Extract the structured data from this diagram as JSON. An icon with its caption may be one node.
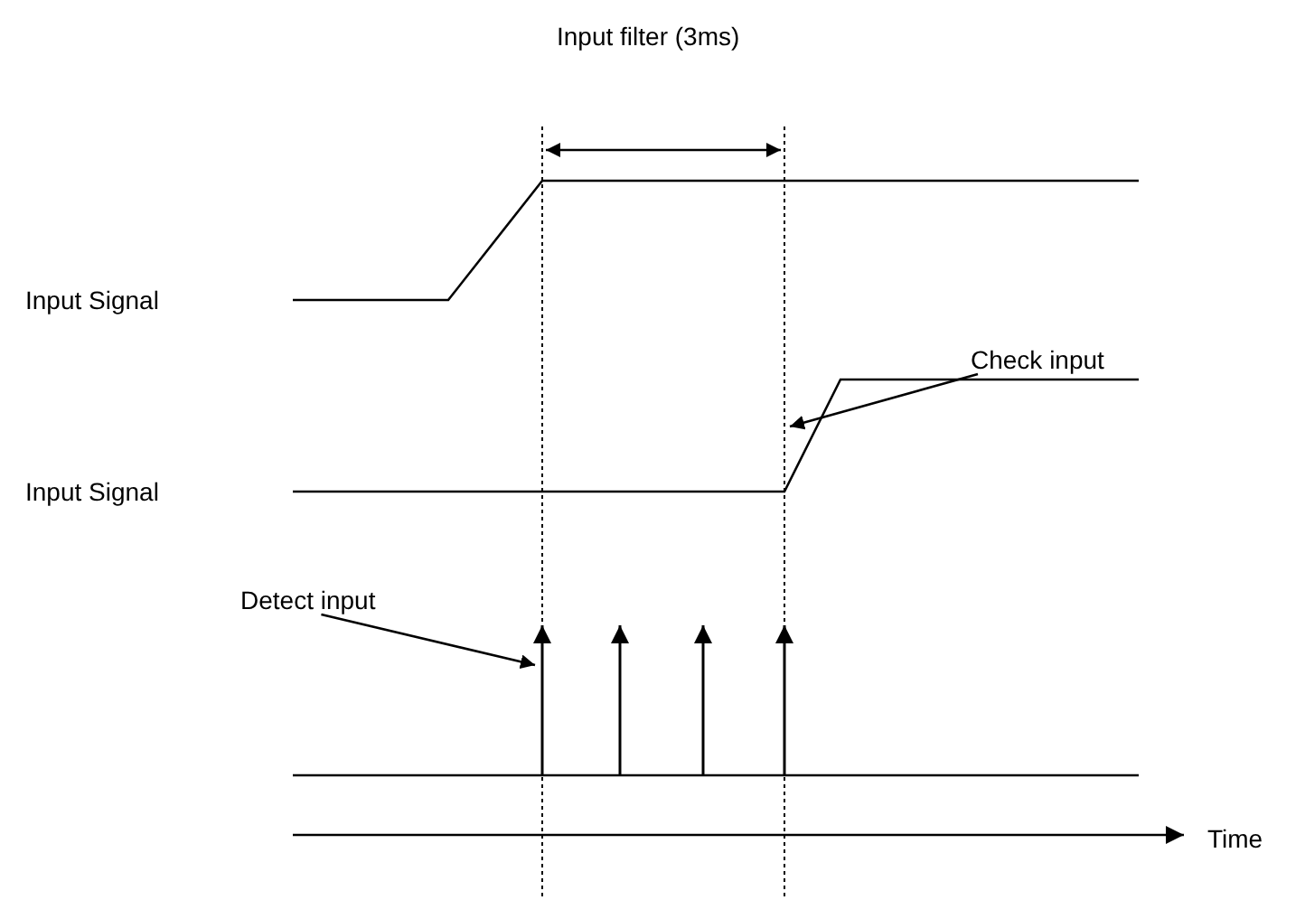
{
  "diagram": {
    "nodes": [
      {
        "text": [
          "Check input"
        ]
      },
      {
        "text": [
          "Detect input"
        ]
      }
    ],
    "edges": [
      {
        "from": 0,
        "to": null,
        "arrow": "to"
      },
      {
        "from": 1,
        "to": null,
        "arrow": "to"
      }
    ],
    "labels": [
      "Input filter (3ms)",
      "Input Signal",
      "Input Signal",
      "Time"
    ]
  }
}
